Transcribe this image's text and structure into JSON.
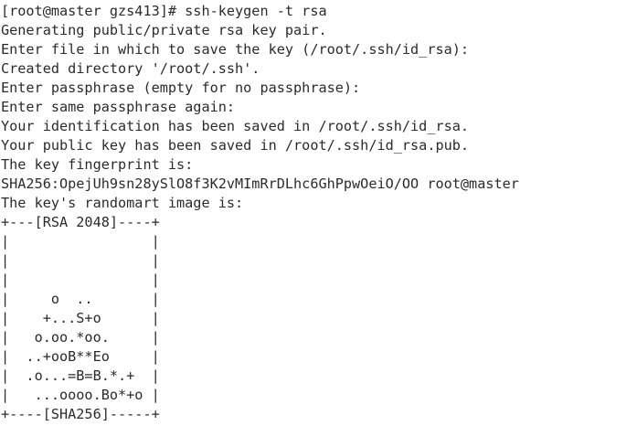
{
  "terminal": {
    "title": "ssh-keygen terminal output",
    "background_color": "#ffffff",
    "text_color": "#2b2b2b",
    "prompt": {
      "user": "root",
      "host": "master",
      "cwd": "gzs413",
      "symbol": "#",
      "full": "[root@master gzs413]#"
    },
    "command": "ssh-keygen -t rsa",
    "lines": [
      "[root@master gzs413]# ssh-keygen -t rsa",
      "Generating public/private rsa key pair.",
      "Enter file in which to save the key (/root/.ssh/id_rsa):",
      "Created directory '/root/.ssh'.",
      "Enter passphrase (empty for no passphrase):",
      "Enter same passphrase again:",
      "Your identification has been saved in /root/.ssh/id_rsa.",
      "Your public key has been saved in /root/.ssh/id_rsa.pub.",
      "The key fingerprint is:",
      "SHA256:OpejUh9sn28ySlO8f3K2vMImRrDLhc6GhPpwOeiO/OO root@master",
      "The key's randomart image is:",
      "+---[RSA 2048]----+",
      "|                 |",
      "|                 |",
      "|                 |",
      "|     o  ..       |",
      "|    +...S+o      |",
      "|   o.oo.*oo.     |",
      "|  ..+ooB**Eo     |",
      "|  .o...=B=B.*.+  |",
      "|   ...oooo.Bo*+o |",
      "+----[SHA256]-----+"
    ],
    "details": {
      "key_type": "rsa",
      "key_bits": "2048",
      "hash_algorithm": "SHA256",
      "private_key_path": "/root/.ssh/id_rsa",
      "public_key_path": "/root/.ssh/id_rsa.pub",
      "created_directory": "/root/.ssh",
      "fingerprint": "SHA256:OpejUh9sn28ySlO8f3K2vMImRrDLhc6GhPpwOeiO/OO",
      "fingerprint_comment": "root@master",
      "randomart_header": "+---[RSA 2048]----+",
      "randomart_footer": "+----[SHA256]-----+"
    }
  }
}
